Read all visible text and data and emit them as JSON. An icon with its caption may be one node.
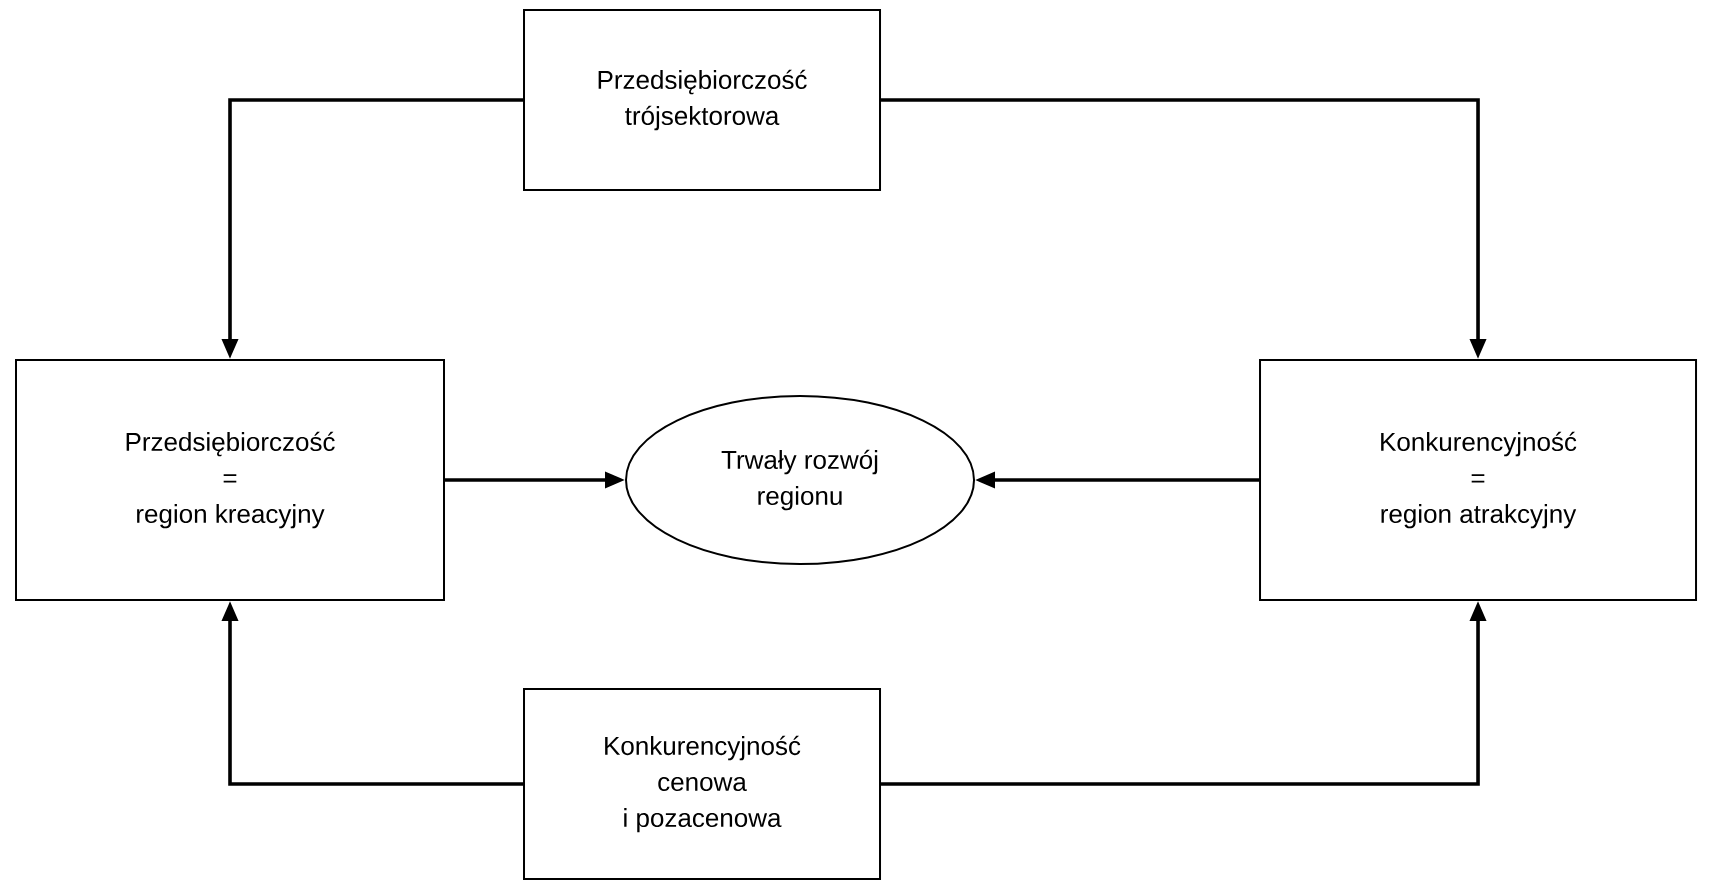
{
  "diagram": {
    "nodes": [
      {
        "text": [
          "Przedsiębiorczość",
          "trójsektorowa"
        ]
      },
      {
        "text": [
          "Przedsiębiorczość",
          "=",
          "region kreacyjny"
        ]
      },
      {
        "text": [
          "Trwały rozwój",
          "regionu"
        ]
      },
      {
        "text": [
          "Konkurencyjność",
          "=",
          "region atrakcyjny"
        ]
      },
      {
        "text": [
          "Konkurencyjność",
          "cenowa",
          "i pozacenowa"
        ]
      }
    ],
    "edges": [
      {
        "from": 0,
        "to": 1,
        "arrow": "to"
      },
      {
        "from": 0,
        "to": 3,
        "arrow": "to"
      },
      {
        "from": 1,
        "to": 2,
        "arrow": "to"
      },
      {
        "from": 3,
        "to": 2,
        "arrow": "to"
      },
      {
        "from": 4,
        "to": 1,
        "arrow": "to"
      },
      {
        "from": 4,
        "to": 3,
        "arrow": "to"
      }
    ]
  }
}
